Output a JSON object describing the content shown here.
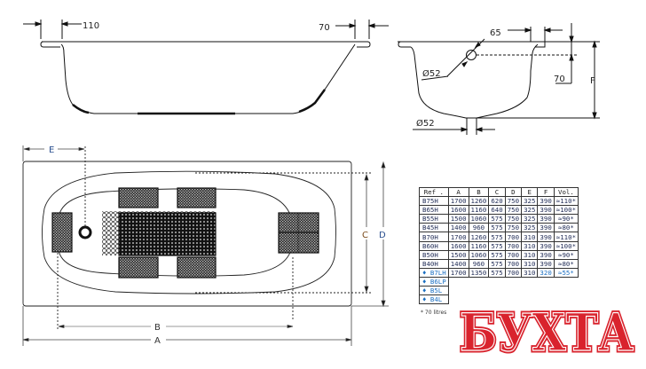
{
  "side_view": {
    "left_rim_dim": "110",
    "right_rim_dim": "70"
  },
  "end_view": {
    "overflow_offset_dim": "65",
    "overflow_diameter": "Ø52",
    "overflow_height_dim": "70",
    "height_label": "F",
    "drain_diameter": "Ø52"
  },
  "top_view": {
    "label_a": "A",
    "label_b": "B",
    "label_c": "C",
    "label_d": "D",
    "label_e": "E"
  },
  "spec_table": {
    "headers": [
      "Ref .",
      "A",
      "B",
      "C",
      "D",
      "E",
      "F",
      "Vol."
    ],
    "rows": [
      {
        "ref": "B75H",
        "a": "1700",
        "b": "1260",
        "c": "620",
        "d": "750",
        "e": "325",
        "f": "390",
        "vol": "≈110*"
      },
      {
        "ref": "B65H",
        "a": "1600",
        "b": "1160",
        "c": "640",
        "d": "750",
        "e": "325",
        "f": "390",
        "vol": "≈100*"
      },
      {
        "ref": "B55H",
        "a": "1500",
        "b": "1060",
        "c": "575",
        "d": "750",
        "e": "325",
        "f": "390",
        "vol": "≈90*"
      },
      {
        "ref": "B45H",
        "a": "1400",
        "b": "960",
        "c": "575",
        "d": "750",
        "e": "325",
        "f": "390",
        "vol": "≈80*"
      },
      {
        "ref": "B70H",
        "a": "1700",
        "b": "1260",
        "c": "575",
        "d": "700",
        "e": "310",
        "f": "390",
        "vol": "≈110*"
      },
      {
        "ref": "B60H",
        "a": "1600",
        "b": "1160",
        "c": "575",
        "d": "700",
        "e": "310",
        "f": "390",
        "vol": "≈100*"
      },
      {
        "ref": "B50H",
        "a": "1500",
        "b": "1060",
        "c": "575",
        "d": "700",
        "e": "310",
        "f": "390",
        "vol": "≈90*"
      },
      {
        "ref": "B40H",
        "a": "1400",
        "b": "960",
        "c": "575",
        "d": "700",
        "e": "310",
        "f": "390",
        "vol": "≈80*"
      },
      {
        "ref": "B7LH",
        "a": "1700",
        "b": "1350",
        "c": "575",
        "d": "700",
        "e": "310",
        "f": "320",
        "vol": "≈55*"
      }
    ],
    "partial_rows": [
      "B6LP",
      "B5L",
      "B4L"
    ],
    "note": "* 70 litres"
  },
  "logo": {
    "text": "БУХТА",
    "color": "#d9232d"
  },
  "colors": {
    "line": "#111111",
    "table_text": "#1e2a55",
    "blue_rows": "#1b6fc2",
    "logo_red": "#d9232d"
  }
}
